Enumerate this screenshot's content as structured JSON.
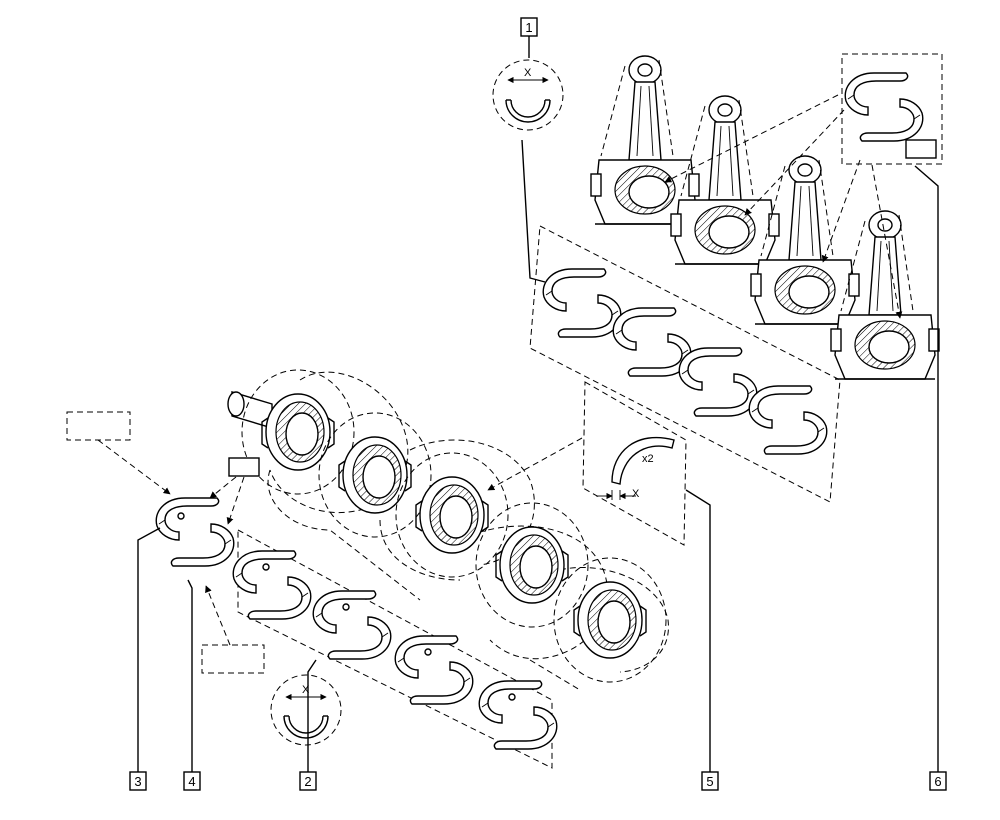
{
  "callouts": {
    "c1": "1",
    "c2": "2",
    "c3": "3",
    "c4": "4",
    "c5": "5",
    "c6": "6"
  },
  "dimensions": {
    "x_top": "X",
    "x_bottom": "X",
    "x_thrust": "X",
    "qty_thrust": "x2"
  },
  "colors": {
    "line": "#000000",
    "background": "#ffffff"
  }
}
